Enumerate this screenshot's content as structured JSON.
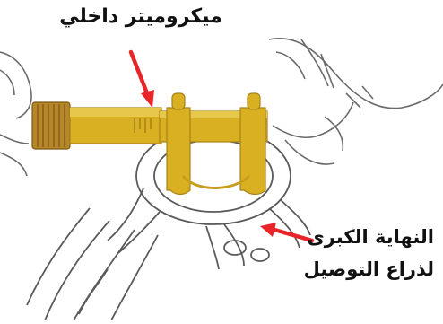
{
  "labels": {
    "micrometer": "ميكروميتر داخلي",
    "big_end_line1": "النهاية الكبرى",
    "big_end_line2": "لذراع التوصيل"
  },
  "colors": {
    "arrow": "#e8262a",
    "micrometer_body": "#d9b021",
    "micrometer_shadow": "#a8821a",
    "knurl": "#b8862a",
    "rod_outline": "#5a5a5a",
    "hand_outline": "#6b6b6b"
  }
}
